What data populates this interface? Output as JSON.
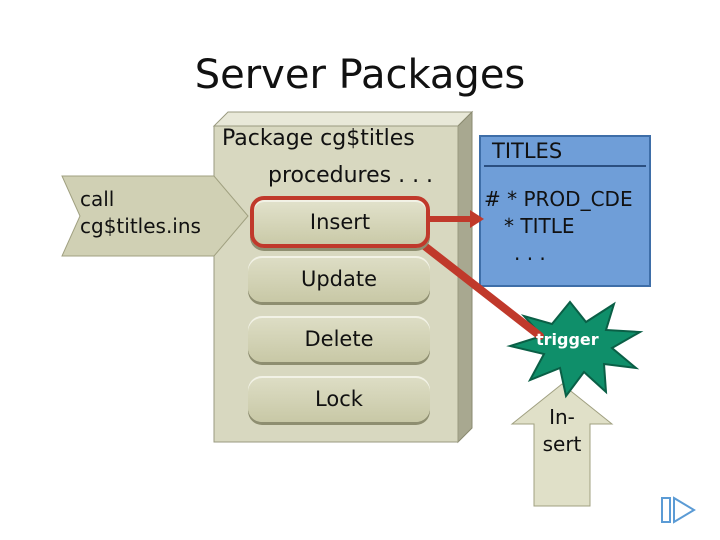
{
  "title": "Server Packages",
  "package": {
    "name": "Package cg$titles",
    "procedures_label": "procedures . . .",
    "buttons": [
      {
        "label": "Insert",
        "highlighted": true
      },
      {
        "label": "Update",
        "highlighted": false
      },
      {
        "label": "Delete",
        "highlighted": false
      },
      {
        "label": "Lock",
        "highlighted": false
      }
    ]
  },
  "caller": {
    "line1": "call",
    "line2": "cg$titles.ins"
  },
  "table": {
    "name": "TITLES",
    "columns": [
      "# * PROD_CDE",
      "* TITLE",
      ". . ."
    ]
  },
  "trigger": {
    "label": "trigger"
  },
  "insert_event": {
    "line1": "In-",
    "line2": "sert"
  },
  "colors": {
    "highlight": "#c0392b",
    "panel": "#d8d8c0",
    "table": "#6f9ed8",
    "burst": "#0f8f6a"
  }
}
